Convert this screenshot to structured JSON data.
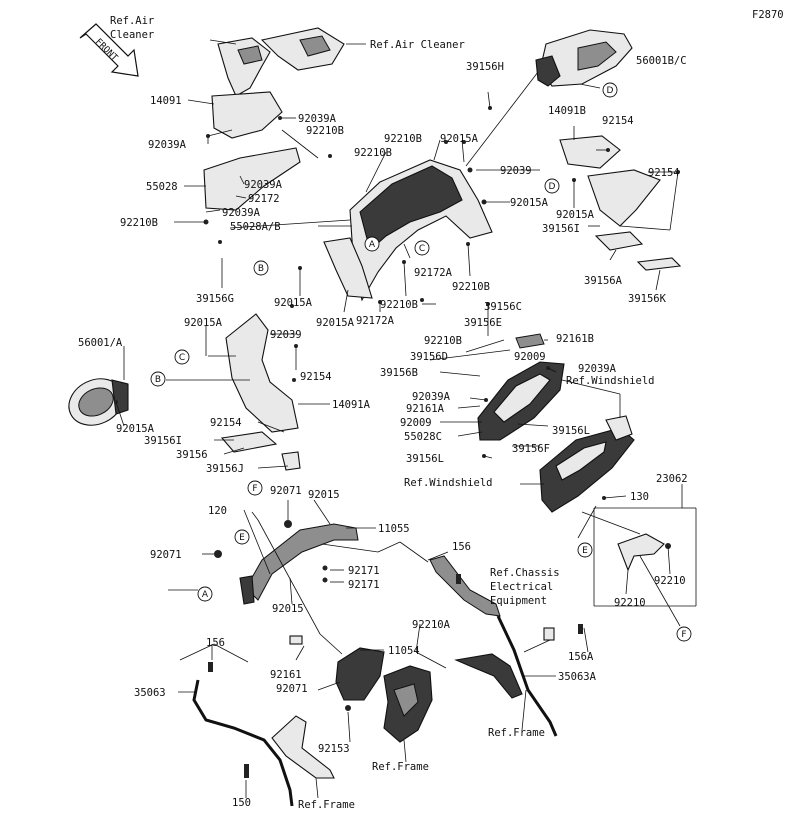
{
  "diagram_code": "F2870",
  "front_arrow": "FRONT",
  "labels": [
    {
      "id": "ref-air-cleaner-1",
      "text": "Ref.Air\nCleaner"
    },
    {
      "id": "ref-air-cleaner-2",
      "text": "Ref.Air Cleaner"
    },
    {
      "id": "p14091",
      "text": "14091"
    },
    {
      "id": "p92039a-1",
      "text": "92039A"
    },
    {
      "id": "p92210b-1",
      "text": "92210B"
    },
    {
      "id": "p92039a-2",
      "text": "92039A"
    },
    {
      "id": "p55028",
      "text": "55028"
    },
    {
      "id": "p92039a-3",
      "text": "92039A"
    },
    {
      "id": "p92172-1",
      "text": "92172"
    },
    {
      "id": "p92039a-4",
      "text": "92039A"
    },
    {
      "id": "p92210b-2",
      "text": "92210B"
    },
    {
      "id": "p39156h",
      "text": "39156H"
    },
    {
      "id": "p56001bc",
      "text": "56001B/C"
    },
    {
      "id": "p92210b-3",
      "text": "92210B"
    },
    {
      "id": "p92015a-1",
      "text": "92015A"
    },
    {
      "id": "p92210b-4",
      "text": "92210B"
    },
    {
      "id": "p14091b",
      "text": "14091B"
    },
    {
      "id": "p92154-1",
      "text": "92154"
    },
    {
      "id": "p92039",
      "text": "92039"
    },
    {
      "id": "p92154-2",
      "text": "92154"
    },
    {
      "id": "p92015a-2",
      "text": "92015A"
    },
    {
      "id": "p92015a-3",
      "text": "92015A"
    },
    {
      "id": "p39156i-1",
      "text": "39156I"
    },
    {
      "id": "p55028ab",
      "text": "55028A/B"
    },
    {
      "id": "p92172a-1",
      "text": "92172A"
    },
    {
      "id": "p92210b-5",
      "text": "92210B"
    },
    {
      "id": "p39156a",
      "text": "39156A"
    },
    {
      "id": "p39156k",
      "text": "39156K"
    },
    {
      "id": "p39156g",
      "text": "39156G"
    },
    {
      "id": "p92015a-4",
      "text": "92015A"
    },
    {
      "id": "p92015a-5",
      "text": "92015A"
    },
    {
      "id": "p92210b-6",
      "text": "92210B"
    },
    {
      "id": "p92172a-2",
      "text": "92172A"
    },
    {
      "id": "p39156c",
      "text": "39156C"
    },
    {
      "id": "p39156e",
      "text": "39156E"
    },
    {
      "id": "p92210b-7",
      "text": "92210B"
    },
    {
      "id": "p92161b",
      "text": "92161B"
    },
    {
      "id": "p56001a",
      "text": "56001/A"
    },
    {
      "id": "p92015a-6",
      "text": "92015A"
    },
    {
      "id": "p92039-2",
      "text": "92039"
    },
    {
      "id": "p92154-3",
      "text": "92154"
    },
    {
      "id": "p39156d",
      "text": "39156D"
    },
    {
      "id": "p39156b",
      "text": "39156B"
    },
    {
      "id": "p92009-1",
      "text": "92009"
    },
    {
      "id": "p92039a-5",
      "text": "92039A"
    },
    {
      "id": "ref-windshield-1",
      "text": "Ref.Windshield"
    },
    {
      "id": "p92039a-6",
      "text": "92039A"
    },
    {
      "id": "p92161a",
      "text": "92161A"
    },
    {
      "id": "p92009-2",
      "text": "92009"
    },
    {
      "id": "p14091a",
      "text": "14091A"
    },
    {
      "id": "p92015a-7",
      "text": "92015A"
    },
    {
      "id": "p92154-4",
      "text": "92154"
    },
    {
      "id": "p39156i-2",
      "text": "39156I"
    },
    {
      "id": "p39156",
      "text": "39156"
    },
    {
      "id": "p39156j",
      "text": "39156J"
    },
    {
      "id": "p55028c",
      "text": "55028C"
    },
    {
      "id": "p39156l-1",
      "text": "39156L"
    },
    {
      "id": "p39156f",
      "text": "39156F"
    },
    {
      "id": "p39156l-2",
      "text": "39156L"
    },
    {
      "id": "ref-windshield-2",
      "text": "Ref.Windshield"
    },
    {
      "id": "p130",
      "text": "130"
    },
    {
      "id": "p23062",
      "text": "23062"
    },
    {
      "id": "p92071-1",
      "text": "92071"
    },
    {
      "id": "p92015",
      "text": "92015"
    },
    {
      "id": "p120",
      "text": "120"
    },
    {
      "id": "p11055",
      "text": "11055"
    },
    {
      "id": "p92071-2",
      "text": "92071"
    },
    {
      "id": "p92171-1",
      "text": "92171"
    },
    {
      "id": "p92171-2",
      "text": "92171"
    },
    {
      "id": "p92015-2",
      "text": "92015"
    },
    {
      "id": "p156-1",
      "text": "156"
    },
    {
      "id": "ref-chassis",
      "text": "Ref.Chassis\nElectrical\nEquipment"
    },
    {
      "id": "p92210-1",
      "text": "92210"
    },
    {
      "id": "p92210-2",
      "text": "92210"
    },
    {
      "id": "p156-2",
      "text": "156"
    },
    {
      "id": "p92210a",
      "text": "92210A"
    },
    {
      "id": "p11054",
      "text": "11054"
    },
    {
      "id": "p92161",
      "text": "92161"
    },
    {
      "id": "p92071-3",
      "text": "92071"
    },
    {
      "id": "p156a",
      "text": "156A"
    },
    {
      "id": "p35063",
      "text": "35063"
    },
    {
      "id": "p35063a",
      "text": "35063A"
    },
    {
      "id": "p92153",
      "text": "92153"
    },
    {
      "id": "ref-frame-1",
      "text": "Ref.Frame"
    },
    {
      "id": "ref-frame-2",
      "text": "Ref.Frame"
    },
    {
      "id": "p150",
      "text": "150"
    },
    {
      "id": "ref-frame-3",
      "text": "Ref.Frame"
    }
  ],
  "callouts": [
    "A",
    "B",
    "C",
    "D",
    "E",
    "F"
  ]
}
